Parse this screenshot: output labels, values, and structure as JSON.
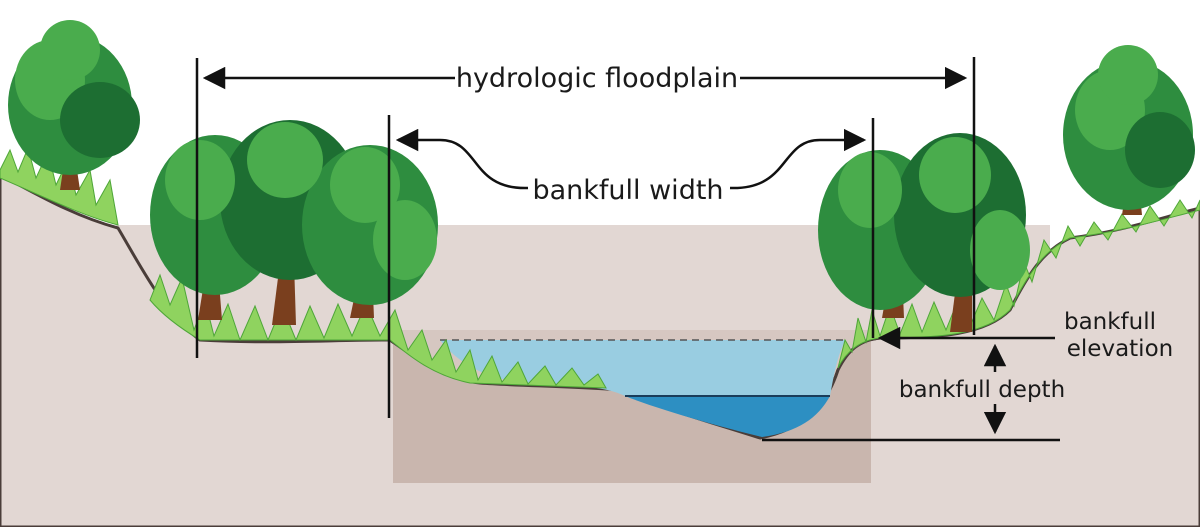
{
  "labels": {
    "hydrologic_floodplain": "hydrologic floodplain",
    "bankfull_width": "bankfull width",
    "bankfull_elevation_line1": "bankfull",
    "bankfull_elevation_line2": "elevation",
    "bankfull_depth": "bankfull depth"
  },
  "icons": {
    "trees": "tree-icon",
    "grass": "grass-icon",
    "arrows": "arrow-icon"
  },
  "colors": {
    "ground_outer": "#e2d7d3",
    "ground_inner": "#d6c7c1",
    "channel_box": "#c9b6ae",
    "earth_outline": "#4a3d39",
    "grass": "#8fd35f",
    "grass_dark": "#4ea638",
    "water_bankfull": "#99cde1",
    "water_base": "#2d8fc2",
    "tree_dark": "#1d6e32",
    "tree_mid": "#2e8d3f",
    "tree_light": "#4aac4d",
    "trunk": "#7a3f1e",
    "line": "#111111"
  }
}
